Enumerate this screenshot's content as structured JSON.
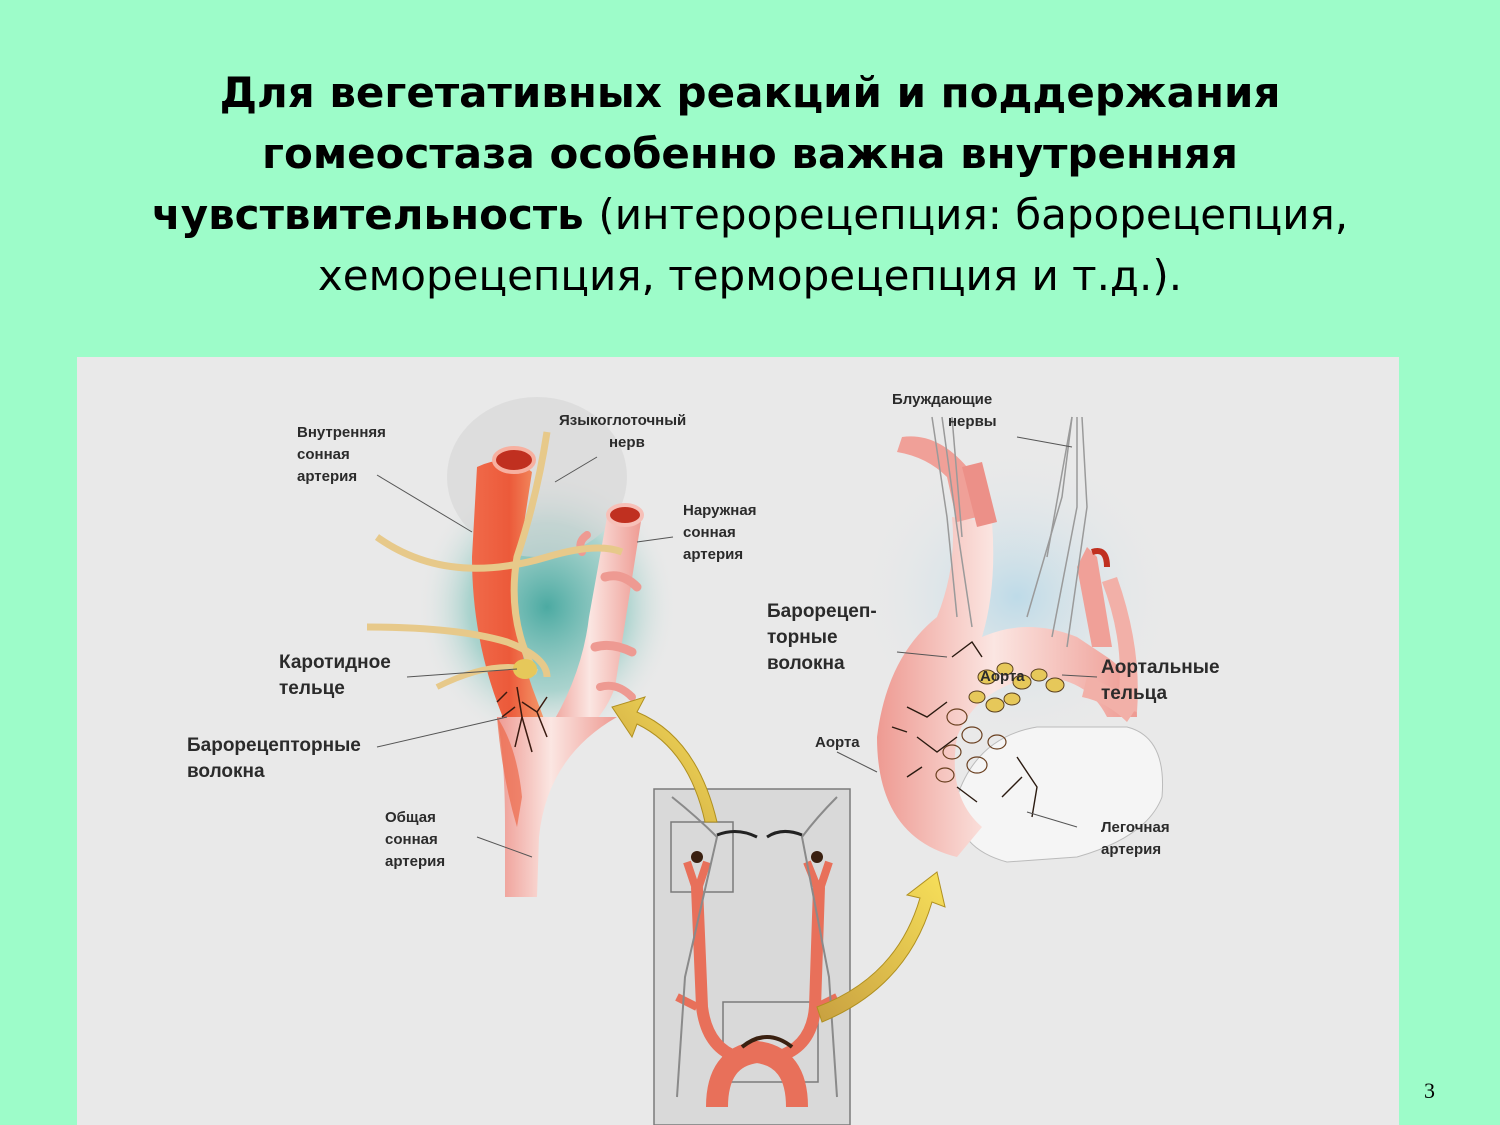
{
  "slide": {
    "title_bold": "Для вегетативных реакций и поддержания гомеостаза особенно важна внутренняя чувствительность",
    "title_normal": "(интерорецепция: барорецепция, хеморецепция, терморецепция и т.д.).",
    "page_number": "3"
  },
  "labels": {
    "internal_carotid": [
      "Внутренняя",
      "сонная",
      "артерия"
    ],
    "glossopharyngeal": [
      "Языкоглоточный",
      "нерв"
    ],
    "external_carotid": [
      "Наружная",
      "сонная",
      "артерия"
    ],
    "carotid_body": [
      "Каротидное",
      "тельце"
    ],
    "baroreceptor_fibers_left": [
      "Барорецепторные",
      "волокна"
    ],
    "common_carotid": [
      "Общая",
      "сонная",
      "артерия"
    ],
    "vagus_nerves": [
      "Блуждающие",
      "нервы"
    ],
    "baroreceptor_fibers_right": [
      "Барорецеп-",
      "торные",
      "волокна"
    ],
    "aortic_bodies": [
      "Аортальные",
      "тельца"
    ],
    "aorta_inner": "Аорта",
    "aorta": "Аорта",
    "pulmonary_artery": [
      "Легочная",
      "артерия"
    ]
  },
  "colors": {
    "background": "#9dfcc9",
    "figure_bg": "#e9e9e9",
    "artery_pink": "#f2a8a0",
    "artery_red": "#e8503a",
    "nerve_tan": "#e7c98a",
    "arrow_yellow": "#f0d040"
  }
}
